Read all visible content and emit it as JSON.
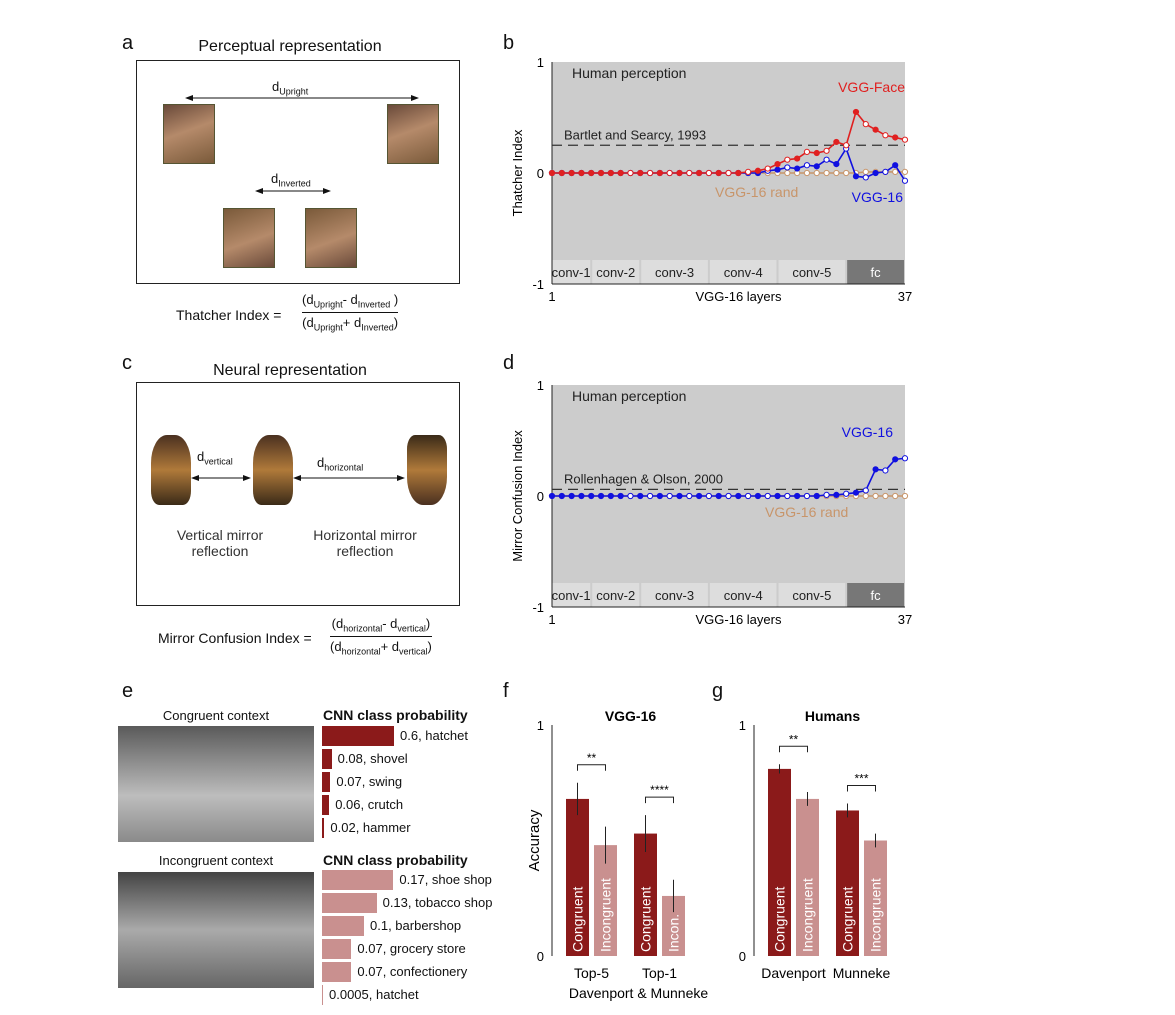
{
  "panels": {
    "a": {
      "label": "a",
      "title": "Perceptual representation",
      "d_upright": "d",
      "d_upright_sub": "Upright",
      "d_inverted": "d",
      "d_inverted_sub": "Inverted",
      "formula_lhs": "Thatcher Index =",
      "formula_num": "(dUpright- dInverted )",
      "formula_den": "(dUpright+ dInverted)"
    },
    "b": {
      "label": "b"
    },
    "c": {
      "label": "c",
      "title": "Neural representation",
      "d_vertical": "d",
      "d_vertical_sub": "vertical",
      "d_horizontal": "d",
      "d_horizontal_sub": "horizontal",
      "caption_vertical": "Vertical mirror reflection",
      "caption_horizontal": "Horizontal mirror reflection",
      "formula_lhs": "Mirror Confusion Index =",
      "formula_num": "(dhorizontal- dvertical)",
      "formula_den": "(dhorizontal+ dvertical)"
    },
    "d": {
      "label": "d"
    },
    "e": {
      "label": "e",
      "congruent_title": "Congruent context",
      "incongruent_title": "Incongruent context",
      "prob_title": "CNN class probability",
      "congruent_items": [
        {
          "label": "0.6, hatchet",
          "value": 0.6
        },
        {
          "label": "0.08, shovel",
          "value": 0.08
        },
        {
          "label": "0.07, swing",
          "value": 0.07
        },
        {
          "label": "0.06, crutch",
          "value": 0.06
        },
        {
          "label": "0.02, hammer",
          "value": 0.02
        }
      ],
      "incongruent_items": [
        {
          "label": "0.17, shoe shop",
          "value": 0.17
        },
        {
          "label": "0.13, tobacco shop",
          "value": 0.13
        },
        {
          "label": "0.1, barbershop",
          "value": 0.1
        },
        {
          "label": "0.07, grocery store",
          "value": 0.07
        },
        {
          "label": "0.07, confectionery",
          "value": 0.07
        },
        {
          "label": "0.0005, hatchet",
          "value": 0.0005
        }
      ]
    },
    "f": {
      "label": "f"
    },
    "g": {
      "label": "g"
    }
  },
  "colors": {
    "vgg16": "#1010e0",
    "vggface": "#e02020",
    "rand": "#c8956a",
    "human_bg": "#cccccc",
    "congruent": "#8b1a1a",
    "incongruent": "#c9908f",
    "fc": "#777777",
    "conv": "#dddddd"
  },
  "chart_data": [
    {
      "id": "b",
      "type": "line",
      "xlabel": "VGG-16 layers",
      "ylabel": "Thatcher Index",
      "xlim": [
        1,
        37
      ],
      "ylim": [
        -1,
        1
      ],
      "xticks": [
        "1",
        "37"
      ],
      "yticks": [
        "-1",
        "0",
        "1"
      ],
      "shaded_label": "Human perception",
      "reference": {
        "label": "Bartlet and Searcy, 1993",
        "value": 0.25
      },
      "layer_groups": [
        "conv-1",
        "conv-2",
        "conv-3",
        "conv-4",
        "conv-5",
        "fc"
      ],
      "series": [
        {
          "name": "VGG-Face",
          "x": [
            1,
            2,
            3,
            4,
            5,
            6,
            7,
            8,
            9,
            10,
            11,
            12,
            13,
            14,
            15,
            16,
            17,
            18,
            19,
            20,
            21,
            22,
            23,
            24,
            25,
            26,
            27,
            28,
            29,
            30,
            31,
            32,
            33,
            34,
            35,
            36,
            37
          ],
          "values": [
            0,
            0,
            0,
            0,
            0,
            0,
            0,
            0,
            0,
            0,
            0,
            0,
            0,
            0,
            0,
            0,
            0,
            0,
            0,
            0,
            0.01,
            0.02,
            0.04,
            0.08,
            0.12,
            0.13,
            0.19,
            0.18,
            0.2,
            0.28,
            0.25,
            0.55,
            0.44,
            0.39,
            0.34,
            0.32,
            0.3
          ]
        },
        {
          "name": "VGG-16",
          "x": [
            1,
            2,
            3,
            4,
            5,
            6,
            7,
            8,
            9,
            10,
            11,
            12,
            13,
            14,
            15,
            16,
            17,
            18,
            19,
            20,
            21,
            22,
            23,
            24,
            25,
            26,
            27,
            28,
            29,
            30,
            31,
            32,
            33,
            34,
            35,
            36,
            37
          ],
          "values": [
            0,
            0,
            0,
            0,
            0,
            0,
            0,
            0,
            0,
            0,
            0,
            0,
            0,
            0,
            0,
            0,
            0,
            0,
            0,
            0,
            0,
            0,
            0.02,
            0.03,
            0.05,
            0.04,
            0.07,
            0.06,
            0.12,
            0.08,
            0.22,
            -0.03,
            -0.04,
            0,
            0.01,
            0.07,
            -0.07
          ]
        },
        {
          "name": "VGG-16 rand",
          "x": [
            1,
            2,
            3,
            4,
            5,
            6,
            7,
            8,
            9,
            10,
            11,
            12,
            13,
            14,
            15,
            16,
            17,
            18,
            19,
            20,
            21,
            22,
            23,
            24,
            25,
            26,
            27,
            28,
            29,
            30,
            31,
            32,
            33,
            34,
            35,
            36,
            37
          ],
          "values": [
            0,
            0,
            0,
            0,
            0,
            0,
            0,
            0,
            0,
            0,
            0,
            0,
            0,
            0,
            0,
            0,
            0,
            0,
            0,
            0,
            0,
            0,
            0,
            0,
            0,
            0,
            0,
            0,
            0,
            0,
            0,
            0,
            0.01,
            0.01,
            0.01,
            0.01,
            0.01
          ]
        }
      ]
    },
    {
      "id": "d",
      "type": "line",
      "xlabel": "VGG-16 layers",
      "ylabel": "Mirror Confusion Index",
      "xlim": [
        1,
        37
      ],
      "ylim": [
        -1,
        1
      ],
      "xticks": [
        "1",
        "37"
      ],
      "yticks": [
        "-1",
        "0",
        "1"
      ],
      "shaded_label": "Human perception",
      "reference": {
        "label": "Rollenhagen & Olson, 2000",
        "value": 0.06
      },
      "layer_groups": [
        "conv-1",
        "conv-2",
        "conv-3",
        "conv-4",
        "conv-5",
        "fc"
      ],
      "series": [
        {
          "name": "VGG-16",
          "x": [
            1,
            2,
            3,
            4,
            5,
            6,
            7,
            8,
            9,
            10,
            11,
            12,
            13,
            14,
            15,
            16,
            17,
            18,
            19,
            20,
            21,
            22,
            23,
            24,
            25,
            26,
            27,
            28,
            29,
            30,
            31,
            32,
            33,
            34,
            35,
            36,
            37
          ],
          "values": [
            0,
            0,
            0,
            0,
            0,
            0,
            0,
            0,
            0,
            0,
            0,
            0,
            0,
            0,
            0,
            0,
            0,
            0,
            0,
            0,
            0,
            0,
            0,
            0,
            0,
            0,
            0,
            0,
            0.01,
            0.01,
            0.02,
            0.03,
            0.05,
            0.24,
            0.23,
            0.33,
            0.34
          ]
        },
        {
          "name": "VGG-16 rand",
          "x": [
            1,
            2,
            3,
            4,
            5,
            6,
            7,
            8,
            9,
            10,
            11,
            12,
            13,
            14,
            15,
            16,
            17,
            18,
            19,
            20,
            21,
            22,
            23,
            24,
            25,
            26,
            27,
            28,
            29,
            30,
            31,
            32,
            33,
            34,
            35,
            36,
            37
          ],
          "values": [
            0,
            0,
            0,
            0,
            0,
            0,
            0,
            0,
            0,
            0,
            0,
            0,
            0,
            0,
            0,
            0,
            0,
            0,
            0,
            0,
            0,
            0,
            0,
            0,
            0,
            0,
            0,
            0,
            0,
            0,
            0,
            0,
            0,
            0,
            0,
            0,
            0
          ]
        }
      ]
    },
    {
      "id": "f",
      "type": "bar",
      "title": "VGG-16",
      "ylabel": "Accuracy",
      "xlabel": "Davenport & Munneke",
      "ylim": [
        0,
        1
      ],
      "yticks": [
        "0",
        "1"
      ],
      "groups": [
        {
          "name": "Top-5",
          "sig": "**",
          "bars": [
            {
              "label": "Congruent",
              "value": 0.68,
              "err": 0.07
            },
            {
              "label": "Incongruent",
              "value": 0.48,
              "err": 0.08
            }
          ]
        },
        {
          "name": "Top-1",
          "sig": "****",
          "bars": [
            {
              "label": "Congruent",
              "value": 0.53,
              "err": 0.08
            },
            {
              "label": "Incon.",
              "value": 0.26,
              "err": 0.07
            }
          ]
        }
      ]
    },
    {
      "id": "g",
      "type": "bar",
      "title": "Humans",
      "ylim": [
        0,
        1
      ],
      "yticks": [
        "0",
        "1"
      ],
      "groups": [
        {
          "name": "Davenport",
          "sig": "**",
          "bars": [
            {
              "label": "Congruent",
              "value": 0.81,
              "err": 0.02
            },
            {
              "label": "Incongruent",
              "value": 0.68,
              "err": 0.03
            }
          ]
        },
        {
          "name": "Munneke",
          "sig": "***",
          "bars": [
            {
              "label": "Congruent",
              "value": 0.63,
              "err": 0.03
            },
            {
              "label": "Incongruent",
              "value": 0.5,
              "err": 0.03
            }
          ]
        }
      ]
    }
  ]
}
